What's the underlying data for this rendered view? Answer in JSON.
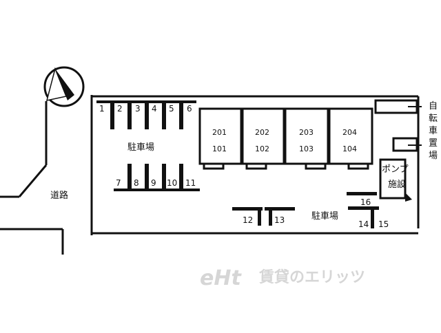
{
  "north_symbol": "north-arrow",
  "road_label": "道路",
  "parking_main_label": "駐車場",
  "parking_side_label": "駐車場",
  "bicycle_label": [
    "自",
    "転",
    "車",
    "置",
    "場"
  ],
  "pump_label": [
    "ポンプ",
    "施設"
  ],
  "units_upper": [
    "201",
    "202",
    "203",
    "204"
  ],
  "units_lower": [
    "101",
    "102",
    "103",
    "104"
  ],
  "spaces_top": [
    "1",
    "2",
    "3",
    "4",
    "5",
    "6"
  ],
  "spaces_mid": [
    "7",
    "8",
    "9",
    "10",
    "11"
  ],
  "spaces_bottom": [
    "12",
    "13"
  ],
  "spaces_right": [
    "16",
    "14",
    "15"
  ],
  "watermark": {
    "logo": "eHt",
    "text": "賃貸のエリッツ"
  }
}
